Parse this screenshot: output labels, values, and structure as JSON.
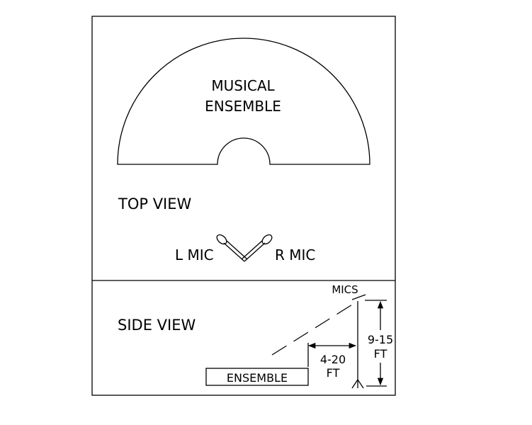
{
  "top_view": {
    "ensemble_label_line1": "MUSICAL",
    "ensemble_label_line2": "ENSEMBLE",
    "view_label": "TOP VIEW",
    "left_mic_label": "L MIC",
    "right_mic_label": "R MIC"
  },
  "side_view": {
    "view_label": "SIDE VIEW",
    "mics_label": "MICS",
    "ensemble_label": "ENSEMBLE",
    "distance_line1": "4-20",
    "distance_line2": "FT",
    "height_line1": "9-15",
    "height_line2": "FT"
  }
}
